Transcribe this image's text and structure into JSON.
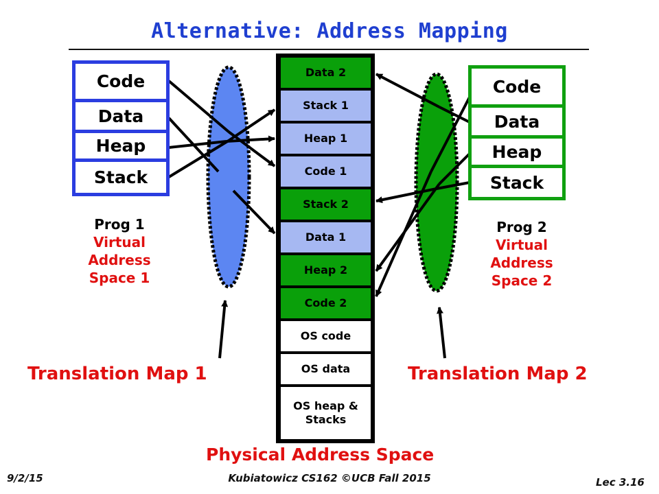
{
  "title": "Alternative: Address Mapping",
  "prog1": {
    "segments": [
      "Code",
      "Data",
      "Heap",
      "Stack"
    ],
    "caption": {
      "line1": "Prog 1",
      "line2": "Virtual",
      "line3": "Address",
      "line4": "Space 1"
    },
    "translation_map": "Translation Map 1"
  },
  "prog2": {
    "segments": [
      "Code",
      "Data",
      "Heap",
      "Stack"
    ],
    "caption": {
      "line1": "Prog 2",
      "line2": "Virtual",
      "line3": "Address",
      "line4": "Space 2"
    },
    "translation_map": "Translation Map 2"
  },
  "physical": {
    "label": "Physical Address Space",
    "segments": [
      {
        "label": "Data 2",
        "line2": "",
        "color": "#0aa00a"
      },
      {
        "label": "Stack 1",
        "line2": "",
        "color": "#a6b8f2"
      },
      {
        "label": "Heap 1",
        "line2": "",
        "color": "#a6b8f2"
      },
      {
        "label": "Code 1",
        "line2": "",
        "color": "#a6b8f2"
      },
      {
        "label": "Stack 2",
        "line2": "",
        "color": "#0aa00a"
      },
      {
        "label": "Data 1",
        "line2": "",
        "color": "#a6b8f2"
      },
      {
        "label": "Heap 2",
        "line2": "",
        "color": "#0aa00a"
      },
      {
        "label": "Code 2",
        "line2": "",
        "color": "#0aa00a"
      },
      {
        "label": "OS code",
        "line2": "",
        "color": "#ffffff"
      },
      {
        "label": "OS data",
        "line2": "",
        "color": "#ffffff"
      },
      {
        "label": "OS heap &",
        "line2": "Stacks",
        "color": "#ffffff"
      }
    ]
  },
  "footer": {
    "date": "9/2/15",
    "course": "Kubiatowicz CS162 ©UCB Fall 2015",
    "lecture": "Lec 3.16"
  },
  "colors": {
    "prog1_border": "#2b3de0",
    "prog1_map": "#5c86f2",
    "prog2_border": "#10a010",
    "prog2_map": "#0aa00a",
    "caption_red": "#e01010"
  }
}
